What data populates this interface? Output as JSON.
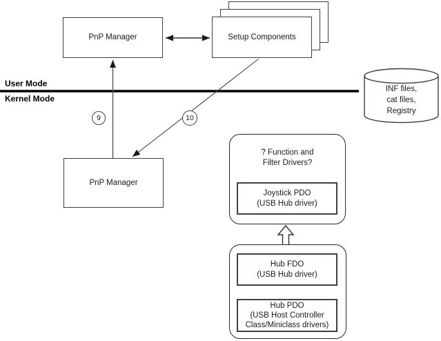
{
  "diagram": {
    "title_hint": "PnP device enumeration / driver loading diagram",
    "colors": {
      "background": "#ffffff",
      "box_stroke": "#3f3f3f",
      "line_stroke": "#404040",
      "arrowhead": "#1a1a1a",
      "divider": "#000000",
      "text": "#1a1a1a"
    },
    "user_mode_label": "User Mode",
    "kernel_mode_label": "Kernel Mode",
    "pnp_manager_user": "PnP Manager",
    "setup_components": "Setup Components",
    "pnp_manager_kernel": "PnP Manager",
    "inf_store": "INF files,\ncat files,\nRegistry",
    "step_9": "9",
    "step_10": "10",
    "function_filter_query": "? Function and\nFilter Drivers?",
    "joystick_pdo": "Joystick PDO\n(USB Hub driver)",
    "hub_fdo": "Hub FDO\n(USB Hub driver)",
    "hub_pdo": "Hub PDO\n(USB Host Controller\nClass/Miniclass drivers)"
  }
}
